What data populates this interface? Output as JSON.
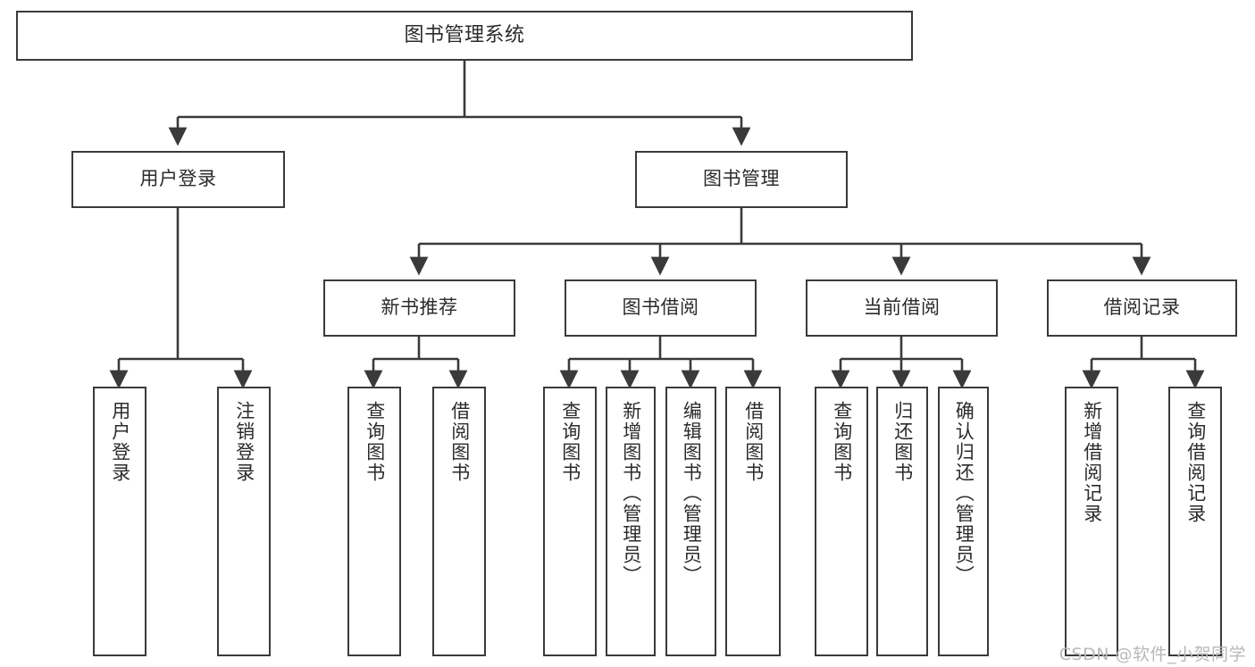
{
  "diagram": {
    "title": "图书管理系统",
    "watermark": "CSDN @软件_小贺同学",
    "stroke_color": "#3a3a3a",
    "text_color": "#2b2b2b",
    "background": "#ffffff",
    "root": {
      "label": "图书管理系统"
    },
    "level2": [
      {
        "label": "用户登录"
      },
      {
        "label": "图书管理"
      }
    ],
    "level3": [
      {
        "label": "新书推荐"
      },
      {
        "label": "图书借阅"
      },
      {
        "label": "当前借阅"
      },
      {
        "label": "借阅记录"
      }
    ],
    "leaves": [
      {
        "label": "用户登录"
      },
      {
        "label": "注销登录"
      },
      {
        "label": "查询图书"
      },
      {
        "label": "借阅图书"
      },
      {
        "label": "查询图书"
      },
      {
        "label": "新增图书（管理员）"
      },
      {
        "label": "编辑图书（管理员）"
      },
      {
        "label": "借阅图书"
      },
      {
        "label": "查询图书"
      },
      {
        "label": "归还图书"
      },
      {
        "label": "确认归还（管理员）"
      },
      {
        "label": "新增借阅记录"
      },
      {
        "label": "查询借阅记录"
      }
    ]
  }
}
